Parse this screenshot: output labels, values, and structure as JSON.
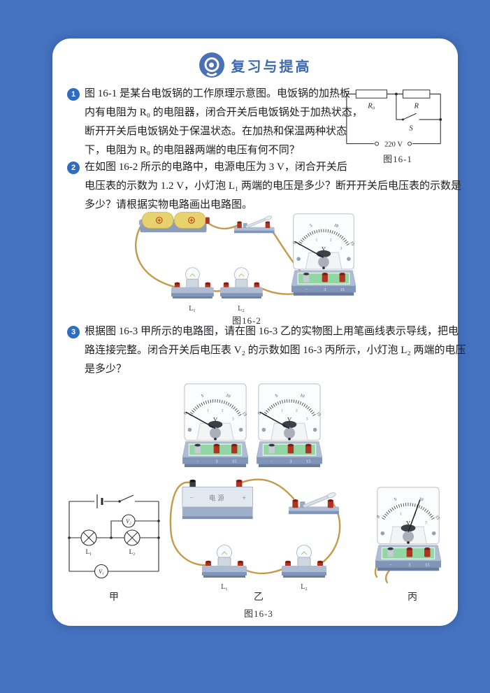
{
  "header": {
    "title": "复习与提高"
  },
  "questions": {
    "q1": {
      "number": "1",
      "lines": [
        "图 16-1 是某台电饭锅的工作原理示意图。电饭锅的加热板",
        "内有电阻为 R₀ 的电阻器，闭合开关后电饭锅处于加热状态，",
        "断开开关后电饭锅处于保温状态。在加热和保温两种状态",
        "下，电阻为 R₀ 的电阻器两端的电压有何不同？"
      ]
    },
    "q2": {
      "number": "2",
      "lines": [
        "在如图 16-2 所示的电路中，电源电压为 3 V，闭合开关后",
        "电压表的示数为 1.2 V，小灯泡 L₁ 两端的电压是多少？断开开关后电压表的示数是",
        "多少？请根据实物电路画出电路图。"
      ]
    },
    "q3": {
      "number": "3",
      "lines": [
        "根据图 16-3 甲所示的电路图，请在图 16-3 乙的实物图上用笔画线表示导线，把电",
        "路连接完整。闭合开关后电压表 V₂ 的示数如图 16-3 丙所示，小灯泡 L₂ 两端的电压",
        "是多少？"
      ]
    }
  },
  "fig1": {
    "caption": "图16-1",
    "labels": {
      "r0": "R₀",
      "r": "R",
      "s": "S",
      "voltage": "220 V"
    }
  },
  "fig2": {
    "caption": "图16-2",
    "labels": {
      "l1": "L₁",
      "l2": "L₂"
    }
  },
  "fig3": {
    "caption": "图16-3",
    "sub_jia": "甲",
    "sub_yi": "乙",
    "sub_bing": "丙",
    "jia": {
      "l1": "L₁",
      "l2": "L₂",
      "v1": "V₁",
      "v2": "V₂"
    },
    "yi": {
      "minus": "−",
      "name": "电源",
      "plus": "+",
      "l1": "L₁",
      "l2": "L₂"
    }
  },
  "voltmeter": {
    "unit": "V",
    "scale_outer": [
      "0",
      "5",
      "10",
      "15"
    ],
    "scale_inner": [
      "1",
      "2",
      "3"
    ],
    "terminals": [
      "−",
      "3",
      "15"
    ]
  },
  "colors": {
    "background": "#4573c1",
    "accent": "#3e68b2",
    "badge": "#2d6cc0",
    "wire": "#c59a4a",
    "battery": "#e7d26d",
    "panel_green": "#92d6a3",
    "terminal_red": "#b23420",
    "metal": "#aebdd3"
  }
}
